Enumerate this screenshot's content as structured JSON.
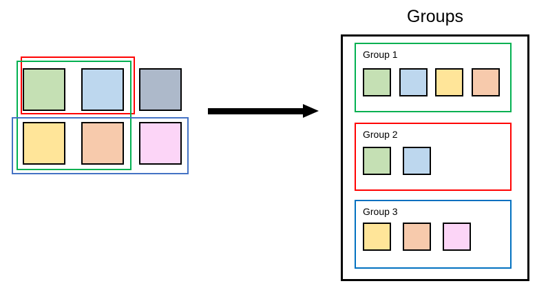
{
  "title": "Groups",
  "left_panel": {
    "grid_rows": [
      [
        "green",
        "blue",
        "gray"
      ],
      [
        "yellow",
        "orange",
        "pink"
      ]
    ],
    "outlines": [
      "red",
      "green",
      "blue"
    ]
  },
  "groups": [
    {
      "label": "Group 1",
      "outline": "green",
      "members": [
        "green",
        "blue",
        "yellow",
        "orange"
      ]
    },
    {
      "label": "Group 2",
      "outline": "red",
      "members": [
        "green",
        "blue"
      ]
    },
    {
      "label": "Group 3",
      "outline": "blue",
      "members": [
        "yellow",
        "orange",
        "pink"
      ]
    }
  ],
  "colors": {
    "fill_green": "#C5E0B4",
    "fill_blue": "#BDD7EE",
    "fill_gray": "#ADB9CA",
    "fill_yellow": "#FFE599",
    "fill_orange": "#F7CAAC",
    "fill_pink": "#FCD5F7",
    "outline_red": "#FF0000",
    "outline_green": "#00B050",
    "outline_blue_muted": "#4472C4",
    "outline_blue_bright": "#0070C0",
    "square_border": "#000000",
    "arrow": "#000000"
  }
}
